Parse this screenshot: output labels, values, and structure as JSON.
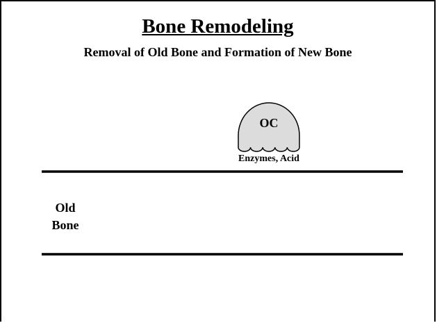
{
  "slide": {
    "title": "Bone Remodeling",
    "subtitle": "Removal of Old Bone and Formation of New Bone"
  },
  "diagram": {
    "osteoclast_label": "OC",
    "secretion_label": "Enzymes, Acid",
    "bone_label_line1": "Old",
    "bone_label_line2": "Bone"
  }
}
